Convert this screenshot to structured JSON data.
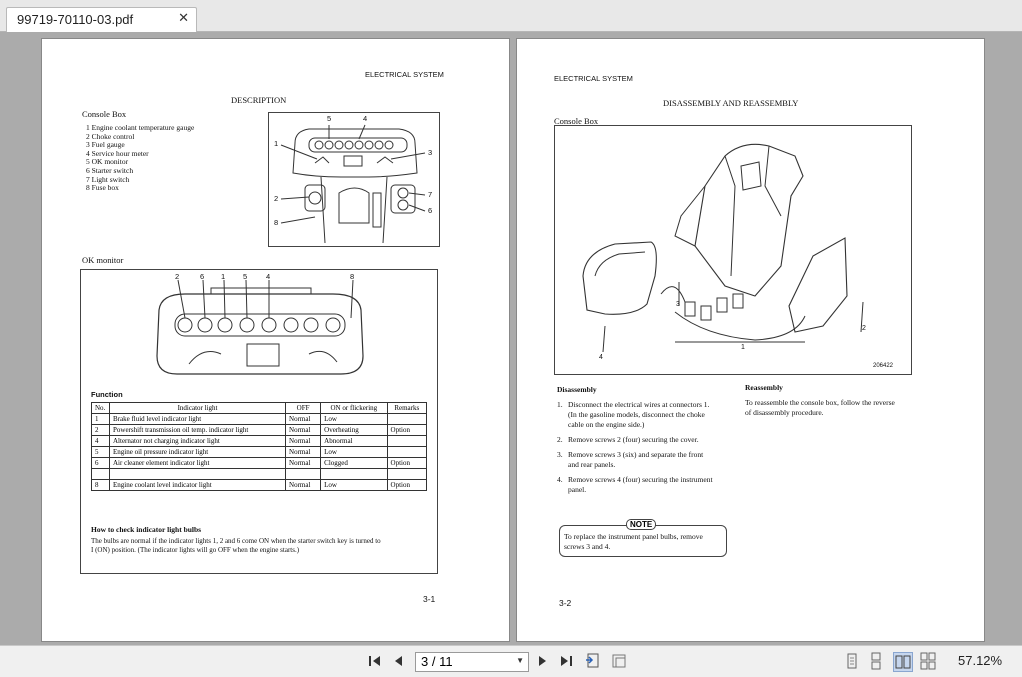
{
  "tab": {
    "title": "99719-70110-03.pdf",
    "close_icon": "close-icon"
  },
  "left_page": {
    "header": "ELECTRICAL SYSTEM",
    "description_title": "DESCRIPTION",
    "console_box_title": "Console Box",
    "console_items": [
      "1  Engine coolant temperature gauge",
      "2  Choke control",
      "3  Fuel gauge",
      "4  Service hour meter",
      "5  OK monitor",
      "6  Starter switch",
      "7  Light switch",
      "8  Fuse box"
    ],
    "diagram1_callouts": [
      "5",
      "4",
      "1",
      "3",
      "2",
      "8",
      "7",
      "6"
    ],
    "ok_monitor_title": "OK monitor",
    "diagram2_callouts": [
      "2",
      "6",
      "1",
      "5",
      "4",
      "8"
    ],
    "function_title": "Function",
    "table_headers": [
      "No.",
      "Indicator light",
      "OFF",
      "ON or flickering",
      "Remarks"
    ],
    "table_rows": [
      [
        "1",
        "Brake fluid level indicator light",
        "Normal",
        "Low",
        ""
      ],
      [
        "2",
        "Powershift transmission oil temp. indicator light",
        "Normal",
        "Overheating",
        "Option"
      ],
      [
        "4",
        "Alternator not charging indicator light",
        "Normal",
        "Abnormal",
        ""
      ],
      [
        "5",
        "Engine oil pressure indicator light",
        "Normal",
        "Low",
        ""
      ],
      [
        "6",
        "Air cleaner element indicator light",
        "Normal",
        "Clogged",
        "Option"
      ],
      [
        "",
        "",
        "",
        "",
        ""
      ],
      [
        "8",
        "Engine coolant level indicator light",
        "Normal",
        "Low",
        "Option"
      ]
    ],
    "check_title": "How to check indicator light bulbs",
    "check_line1": "The bulbs are normal if the indicator lights 1, 2    and 6 come ON when the starter switch key is turned to",
    "check_line2": "I (ON) position.  (The indicator lights will go OFF when the engine starts.)",
    "page_number": "3-1"
  },
  "right_page": {
    "header": "ELECTRICAL SYSTEM",
    "title": "DISASSEMBLY AND REASSEMBLY",
    "console_box_title": "Console Box",
    "diagram_callouts": [
      "3",
      "2",
      "4",
      "1"
    ],
    "figure_number": "206422",
    "disassembly_title": "Disassembly",
    "disassembly_steps": [
      {
        "num": "1.",
        "lines": [
          "Disconnect the electrical wires at connectors 1.",
          "(In the gasoline models, disconnect the choke",
          "cable on the engine side.)"
        ]
      },
      {
        "num": "2.",
        "lines": [
          "Remove screws 2 (four) securing the cover."
        ]
      },
      {
        "num": "3.",
        "lines": [
          "Remove screws 3 (six) and separate the front",
          "and rear panels."
        ]
      },
      {
        "num": "4.",
        "lines": [
          "Remove screws 4 (four) securing the instrument",
          "panel."
        ]
      }
    ],
    "reassembly_title": "Reassembly",
    "reassembly_lines": [
      "To reassemble the console box, follow the reverse",
      "of disassembly procedure."
    ],
    "note_label": "NOTE",
    "note_lines": [
      "To replace the instrument panel bulbs, remove",
      "screws 3 and 4."
    ],
    "page_number": "3-2"
  },
  "toolbar": {
    "page_value": "3 / 11",
    "zoom": "57.12%",
    "icons": [
      "first-page-icon",
      "prev-page-icon",
      "next-page-icon",
      "last-page-icon",
      "fit-page-icon",
      "fit-width-icon",
      "single-page-icon",
      "continuous-icon",
      "facing-icon",
      "continuous-facing-icon"
    ]
  }
}
